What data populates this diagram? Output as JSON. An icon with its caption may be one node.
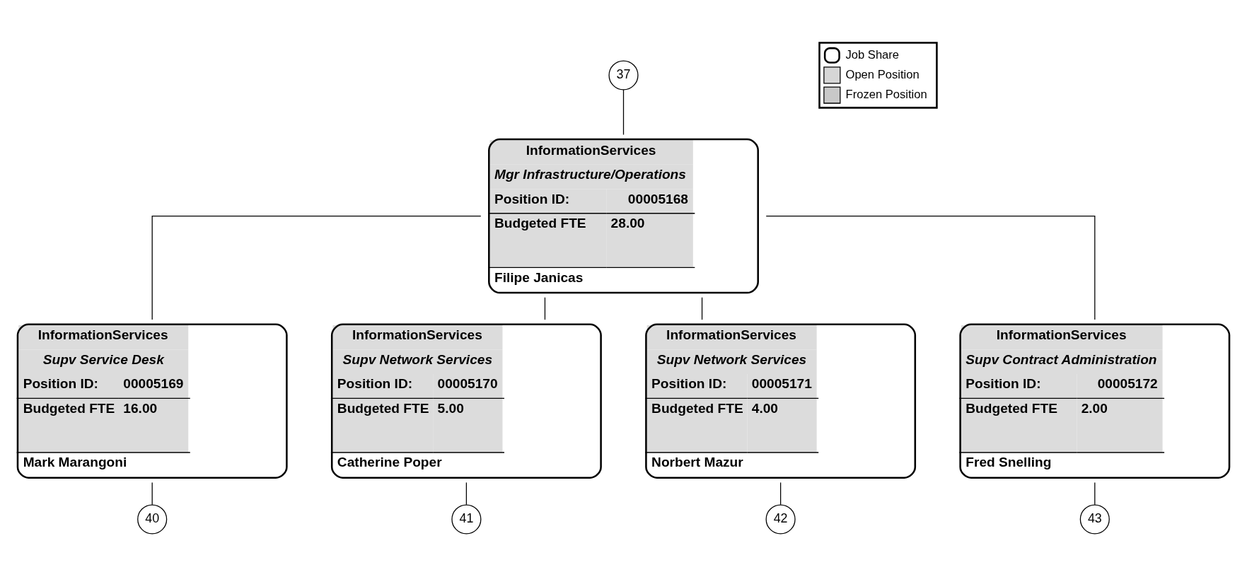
{
  "diagram": {
    "nodes": [
      {
        "text": [
          "37"
        ]
      },
      {
        "text": [
          "InformationServices",
          "Mgr Infrastructure/Operations",
          "Position ID:",
          "00005168",
          "Budgeted FTE",
          "28.00",
          "Filipe Janicas"
        ]
      },
      {
        "text": [
          "InformationServices",
          "Supv Service Desk",
          "Position ID:",
          "00005169",
          "Budgeted FTE",
          "16.00",
          "Mark Marangoni"
        ]
      },
      {
        "text": [
          "InformationServices",
          "Supv Network Services",
          "Position ID:",
          "00005170",
          "Budgeted FTE",
          "5.00",
          "Catherine Poper"
        ]
      },
      {
        "text": [
          "InformationServices",
          "Supv Network Services",
          "Position ID:",
          "00005171",
          "Budgeted FTE",
          "4.00",
          "Norbert Mazur"
        ]
      },
      {
        "text": [
          "InformationServices",
          "Supv Contract Administration",
          "Position ID:",
          "00005172",
          "Budgeted FTE",
          "2.00",
          "Fred Snelling"
        ]
      },
      {
        "text": [
          "40"
        ]
      },
      {
        "text": [
          "41"
        ]
      },
      {
        "text": [
          "42"
        ]
      },
      {
        "text": [
          "43"
        ]
      }
    ],
    "edges": [
      {
        "from": 0,
        "to": 1,
        "arrow": "none"
      },
      {
        "from": 1,
        "to": 2,
        "arrow": "none"
      },
      {
        "from": 1,
        "to": 3,
        "arrow": "none"
      },
      {
        "from": 1,
        "to": 4,
        "arrow": "none"
      },
      {
        "from": 1,
        "to": 5,
        "arrow": "none"
      },
      {
        "from": 2,
        "to": 6,
        "arrow": "none"
      },
      {
        "from": 3,
        "to": 7,
        "arrow": "none"
      },
      {
        "from": 4,
        "to": 8,
        "arrow": "none"
      },
      {
        "from": 5,
        "to": 9,
        "arrow": "none"
      }
    ],
    "legend": [
      {
        "text": "Job Share"
      },
      {
        "text": "Open Position",
        "color": "#d6d6d6"
      },
      {
        "text": "Frozen Position",
        "color": "#c8c8c8"
      }
    ]
  }
}
